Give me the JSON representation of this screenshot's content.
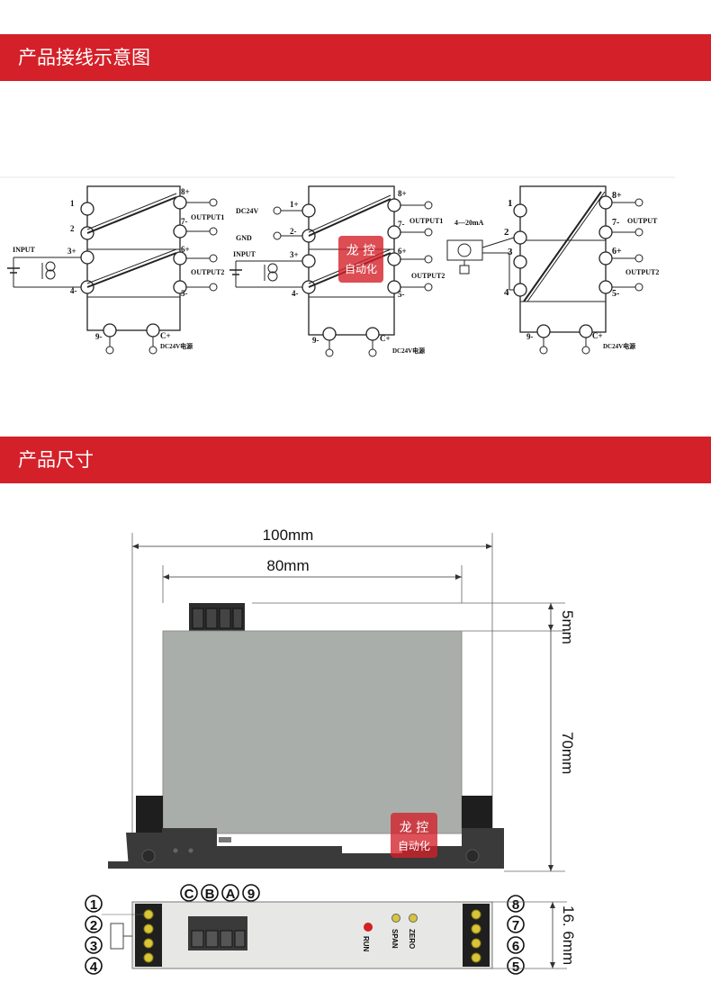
{
  "sections": {
    "wiring_title": "产品接线示意图",
    "dimensions_title": "产品尺寸"
  },
  "wiring": {
    "diagram1": {
      "terminals_left": [
        "1",
        "2",
        "3+",
        "4-"
      ],
      "terminals_right": [
        "8+",
        "7-",
        "6+",
        "5-"
      ],
      "terminals_bottom": [
        "9-",
        "C+"
      ],
      "output1": "OUTPUT1",
      "output2": "OUTPUT2",
      "input": "INPUT",
      "power": "DC24V电源"
    },
    "diagram2": {
      "terminals_left": [
        "1+",
        "2-",
        "3+",
        "4-"
      ],
      "terminals_right": [
        "8+",
        "7-",
        "6+",
        "5-"
      ],
      "terminals_bottom": [
        "9-",
        "C+"
      ],
      "dc24v": "DC24V",
      "gnd": "GND",
      "input": "INPUT",
      "output1": "OUTPUT1",
      "output2": "OUTPUT2",
      "power": "DC24V电源"
    },
    "diagram3": {
      "terminals_left": [
        "1",
        "2",
        "3",
        "4"
      ],
      "terminals_right": [
        "8+",
        "7-",
        "6+",
        "5-"
      ],
      "terminals_bottom": [
        "9-",
        "C+"
      ],
      "signal": "4—20mA",
      "output1": "OUTPUT",
      "output2": "OUTPUT2",
      "power": "DC24V电源"
    },
    "watermark_line1": "龙 控",
    "watermark_line2": "自动化"
  },
  "dimensions": {
    "width_outer": "100mm",
    "width_inner": "80mm",
    "height_top": "5mm",
    "height_body": "70mm",
    "depth": "16. 6mm",
    "top_labels": [
      "C",
      "B",
      "A",
      "9"
    ],
    "left_numbers": [
      "1",
      "2",
      "3",
      "4"
    ],
    "right_numbers": [
      "8",
      "7",
      "6",
      "5"
    ],
    "front_labels": {
      "zero": "ZERO",
      "span": "SPAN",
      "run": "RUN"
    },
    "watermark_line1": "龙 控",
    "watermark_line2": "自动化",
    "colors": {
      "body": "#a9aeab",
      "brand_red": "#d42029",
      "led": "#d42020"
    }
  }
}
